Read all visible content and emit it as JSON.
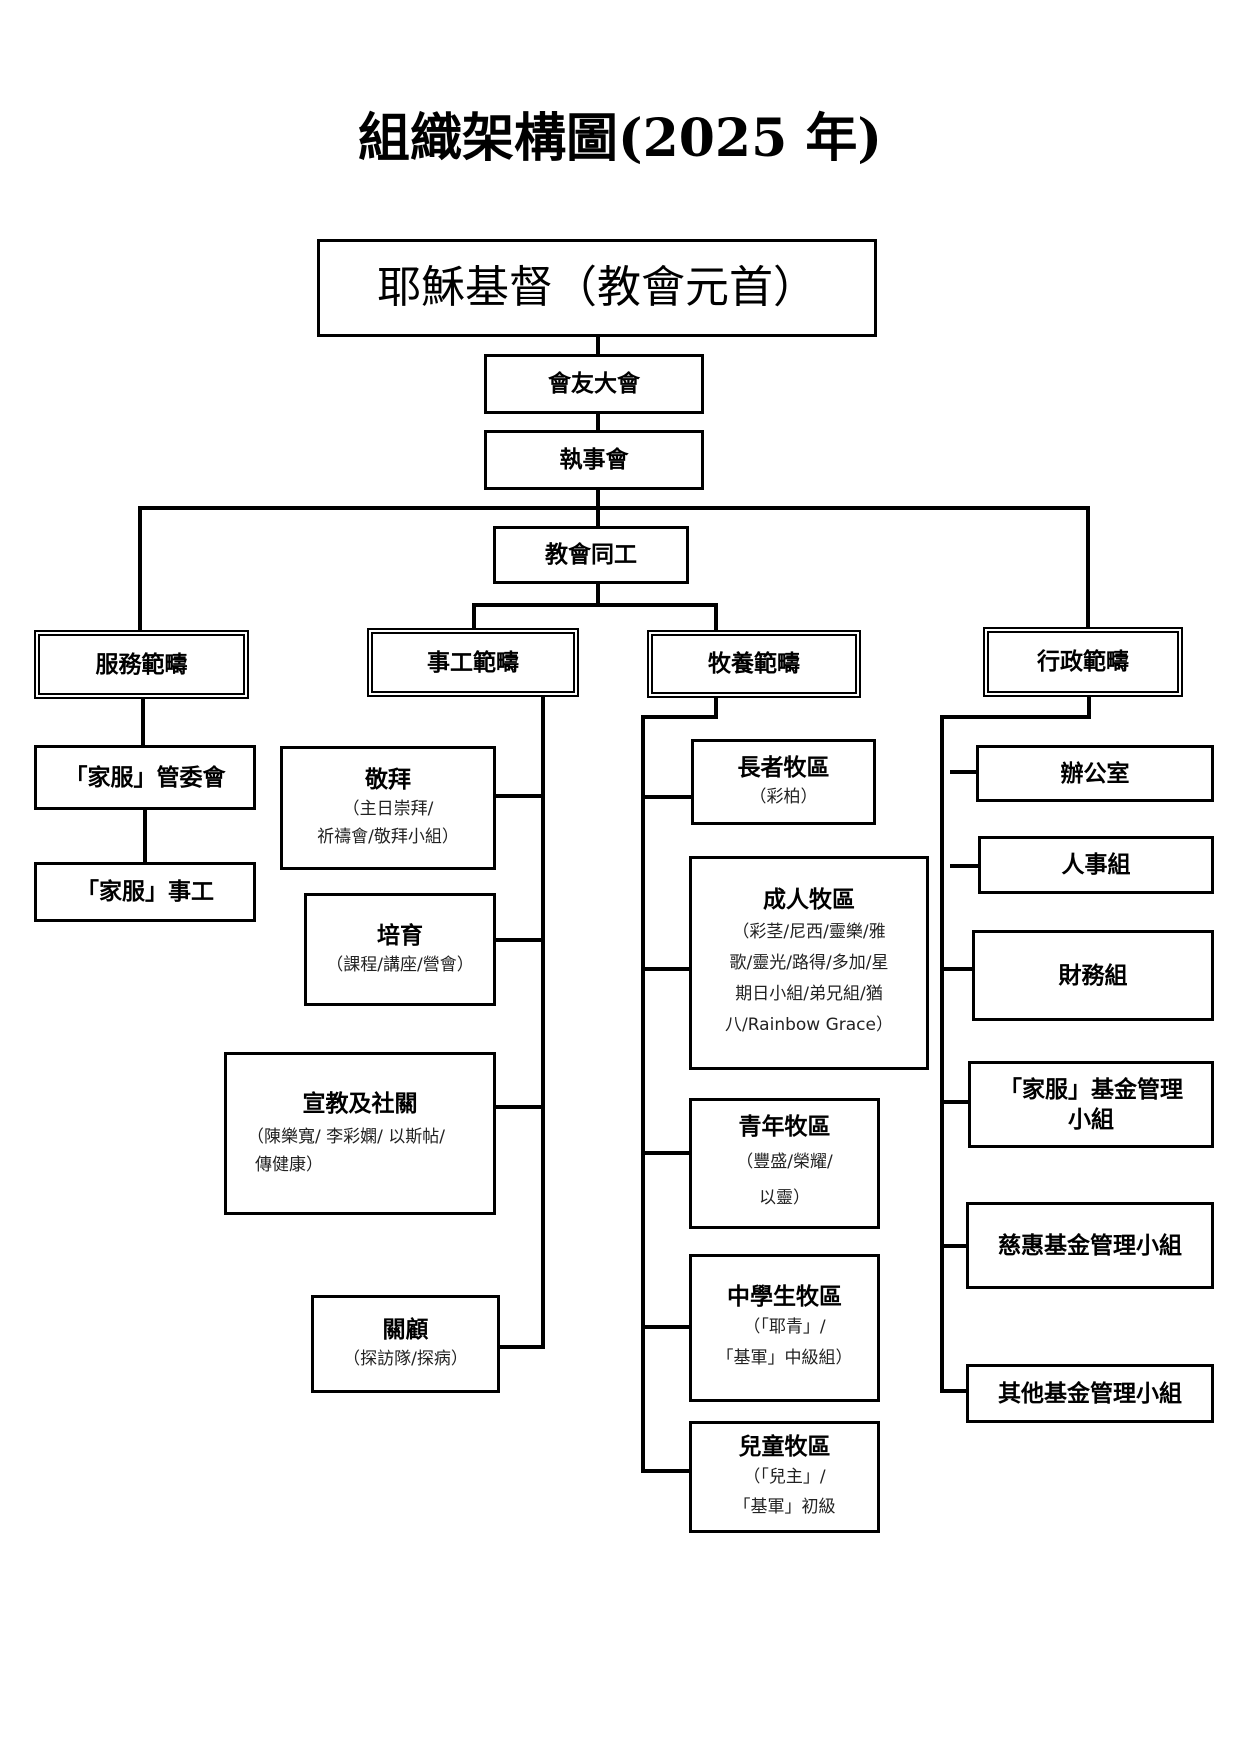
{
  "title": "組織架構圖(2025 年)",
  "head": "耶穌基督（教會元首）",
  "general_meeting": "會友大會",
  "deacon_board": "執事會",
  "staff": "教會同工",
  "domains": {
    "service": "服務範疇",
    "ministry": "事工範疇",
    "pastoral": "牧養範疇",
    "admin": "行政範疇"
  },
  "service": {
    "committee": "「家服」管委會",
    "work": "「家服」事工"
  },
  "ministry": [
    {
      "title": "敬拜",
      "sub": [
        "（主日崇拜/",
        "祈禱會/敬拜小組）"
      ]
    },
    {
      "title": "培育",
      "sub": [
        "（課程/講座/營會）"
      ]
    },
    {
      "title": "宣教及社關",
      "sub": [
        "（陳樂寬/  李彩嫻/  以斯帖/",
        "傳健康）"
      ]
    },
    {
      "title": "關顧",
      "sub": [
        "（探訪隊/探病）"
      ]
    }
  ],
  "pastoral": [
    {
      "title": "長者牧區",
      "sub": [
        "（彩柏）"
      ]
    },
    {
      "title": "成人牧區",
      "sub": [
        "（彩茎/尼西/靈樂/雅",
        "歌/靈光/路得/多加/星",
        "期日小組/弟兄組/猶",
        "八/Rainbow Grace）"
      ]
    },
    {
      "title": "青年牧區",
      "sub": [
        "（豐盛/榮耀/",
        "以靈）"
      ]
    },
    {
      "title": "中學生牧區",
      "sub": [
        "（「耶青」/",
        "「基軍」中級組）"
      ]
    },
    {
      "title": "兒童牧區",
      "sub": [
        "（「兒主」/",
        "「基軍」初級"
      ]
    }
  ],
  "admin": [
    "辦公室",
    "人事組",
    "財務組",
    "「家服」基金管理小組",
    "慈惠基金管理小組",
    "其他基金管理小組"
  ]
}
